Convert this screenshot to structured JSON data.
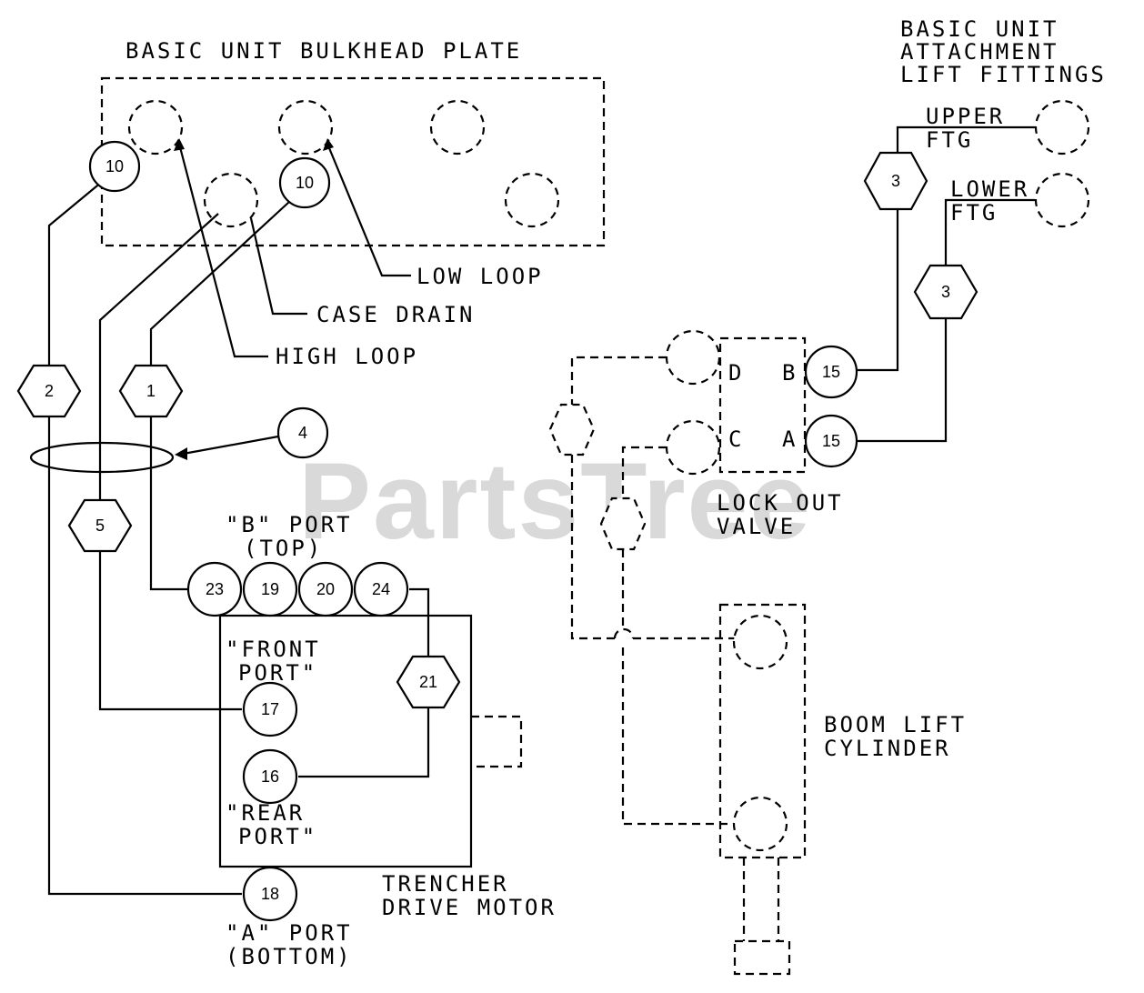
{
  "watermark": {
    "text": "PartsTree",
    "tm": "™"
  },
  "labels": {
    "bulkhead_plate": "BASIC UNIT BULKHEAD PLATE",
    "attachment_title_1": "BASIC UNIT",
    "attachment_title_2": "ATTACHMENT",
    "attachment_title_3": "LIFT FITTINGS",
    "upper_ftg_1": "UPPER",
    "upper_ftg_2": "FTG",
    "lower_ftg_1": "LOWER",
    "lower_ftg_2": "FTG",
    "low_loop": "LOW LOOP",
    "case_drain": "CASE DRAIN",
    "high_loop": "HIGH LOOP",
    "b_port_1": "\"B\" PORT",
    "b_port_2": "(TOP)",
    "front_port_1": "\"FRONT",
    "front_port_2": "PORT\"",
    "rear_port_1": "\"REAR",
    "rear_port_2": "PORT\"",
    "a_port_1": "\"A\" PORT",
    "a_port_2": "(BOTTOM)",
    "trencher_1": "TRENCHER",
    "trencher_2": "DRIVE MOTOR",
    "lockout_1": "LOCK OUT",
    "lockout_2": "VALVE",
    "boom_1": "BOOM LIFT",
    "boom_2": "CYLINDER",
    "port_d": "D",
    "port_b": "B",
    "port_c": "C",
    "port_a": "A"
  },
  "callouts": {
    "c10a": "10",
    "c10b": "10",
    "h3a": "3",
    "h3b": "3",
    "h2": "2",
    "h1": "1",
    "c4": "4",
    "h5": "5",
    "c23": "23",
    "c19": "19",
    "c20": "20",
    "c24": "24",
    "h21": "21",
    "c17": "17",
    "c16": "16",
    "c18": "18",
    "c15a": "15",
    "c15b": "15"
  }
}
